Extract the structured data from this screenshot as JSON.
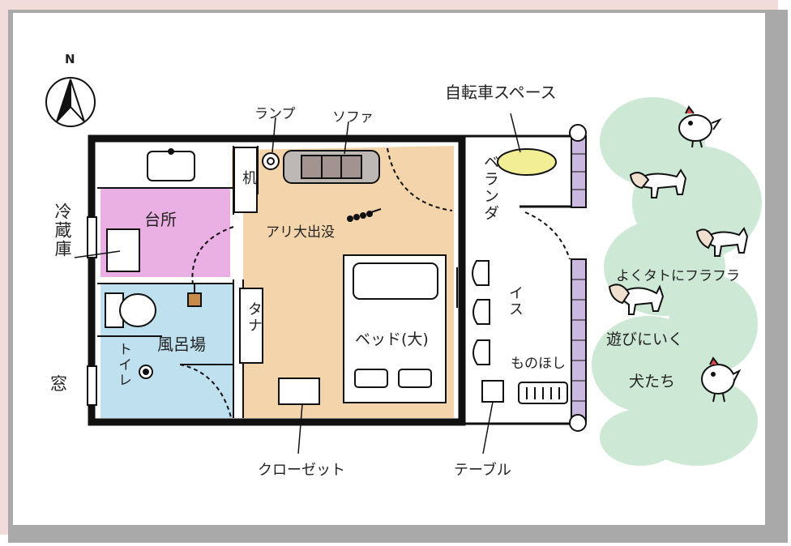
{
  "labels": {
    "north": "N",
    "lamp": "ランプ",
    "sofa": "ソファ",
    "bicycle_space": "自転車スペース",
    "desk": "机",
    "veranda": "ベランダ",
    "fridge": "冷蔵庫",
    "kitchen": "台所",
    "ant": "アリ大出没",
    "shelf": "タナ",
    "bath": "風呂場",
    "toilet": "トイレ",
    "window": "窓",
    "bed": "ベッド(大)",
    "chair": "イス",
    "laundry": "ものほし",
    "closet": "クローゼット",
    "table": "テーブル",
    "dogs_line1": "よくタトにフラフラ",
    "dogs_line2": "遊びにいく",
    "dogs_line3": "犬たち"
  },
  "colors": {
    "frame": "#f1dbdb",
    "kitchen": "#eab0e3",
    "bath": "#bfe0ef",
    "floor": "#f4d4ab",
    "bicycle": "#f2ee96",
    "greenery": "#cde8d4",
    "rail": "#cbb8e0"
  },
  "icons": [
    "compass-icon",
    "lamp-icon",
    "sofa-icon",
    "sink-icon",
    "toilet-icon",
    "shower-icon",
    "drain-icon",
    "bed-icon",
    "chair-icon",
    "laundry-rack-icon",
    "chicken-icon",
    "dog-icon"
  ]
}
